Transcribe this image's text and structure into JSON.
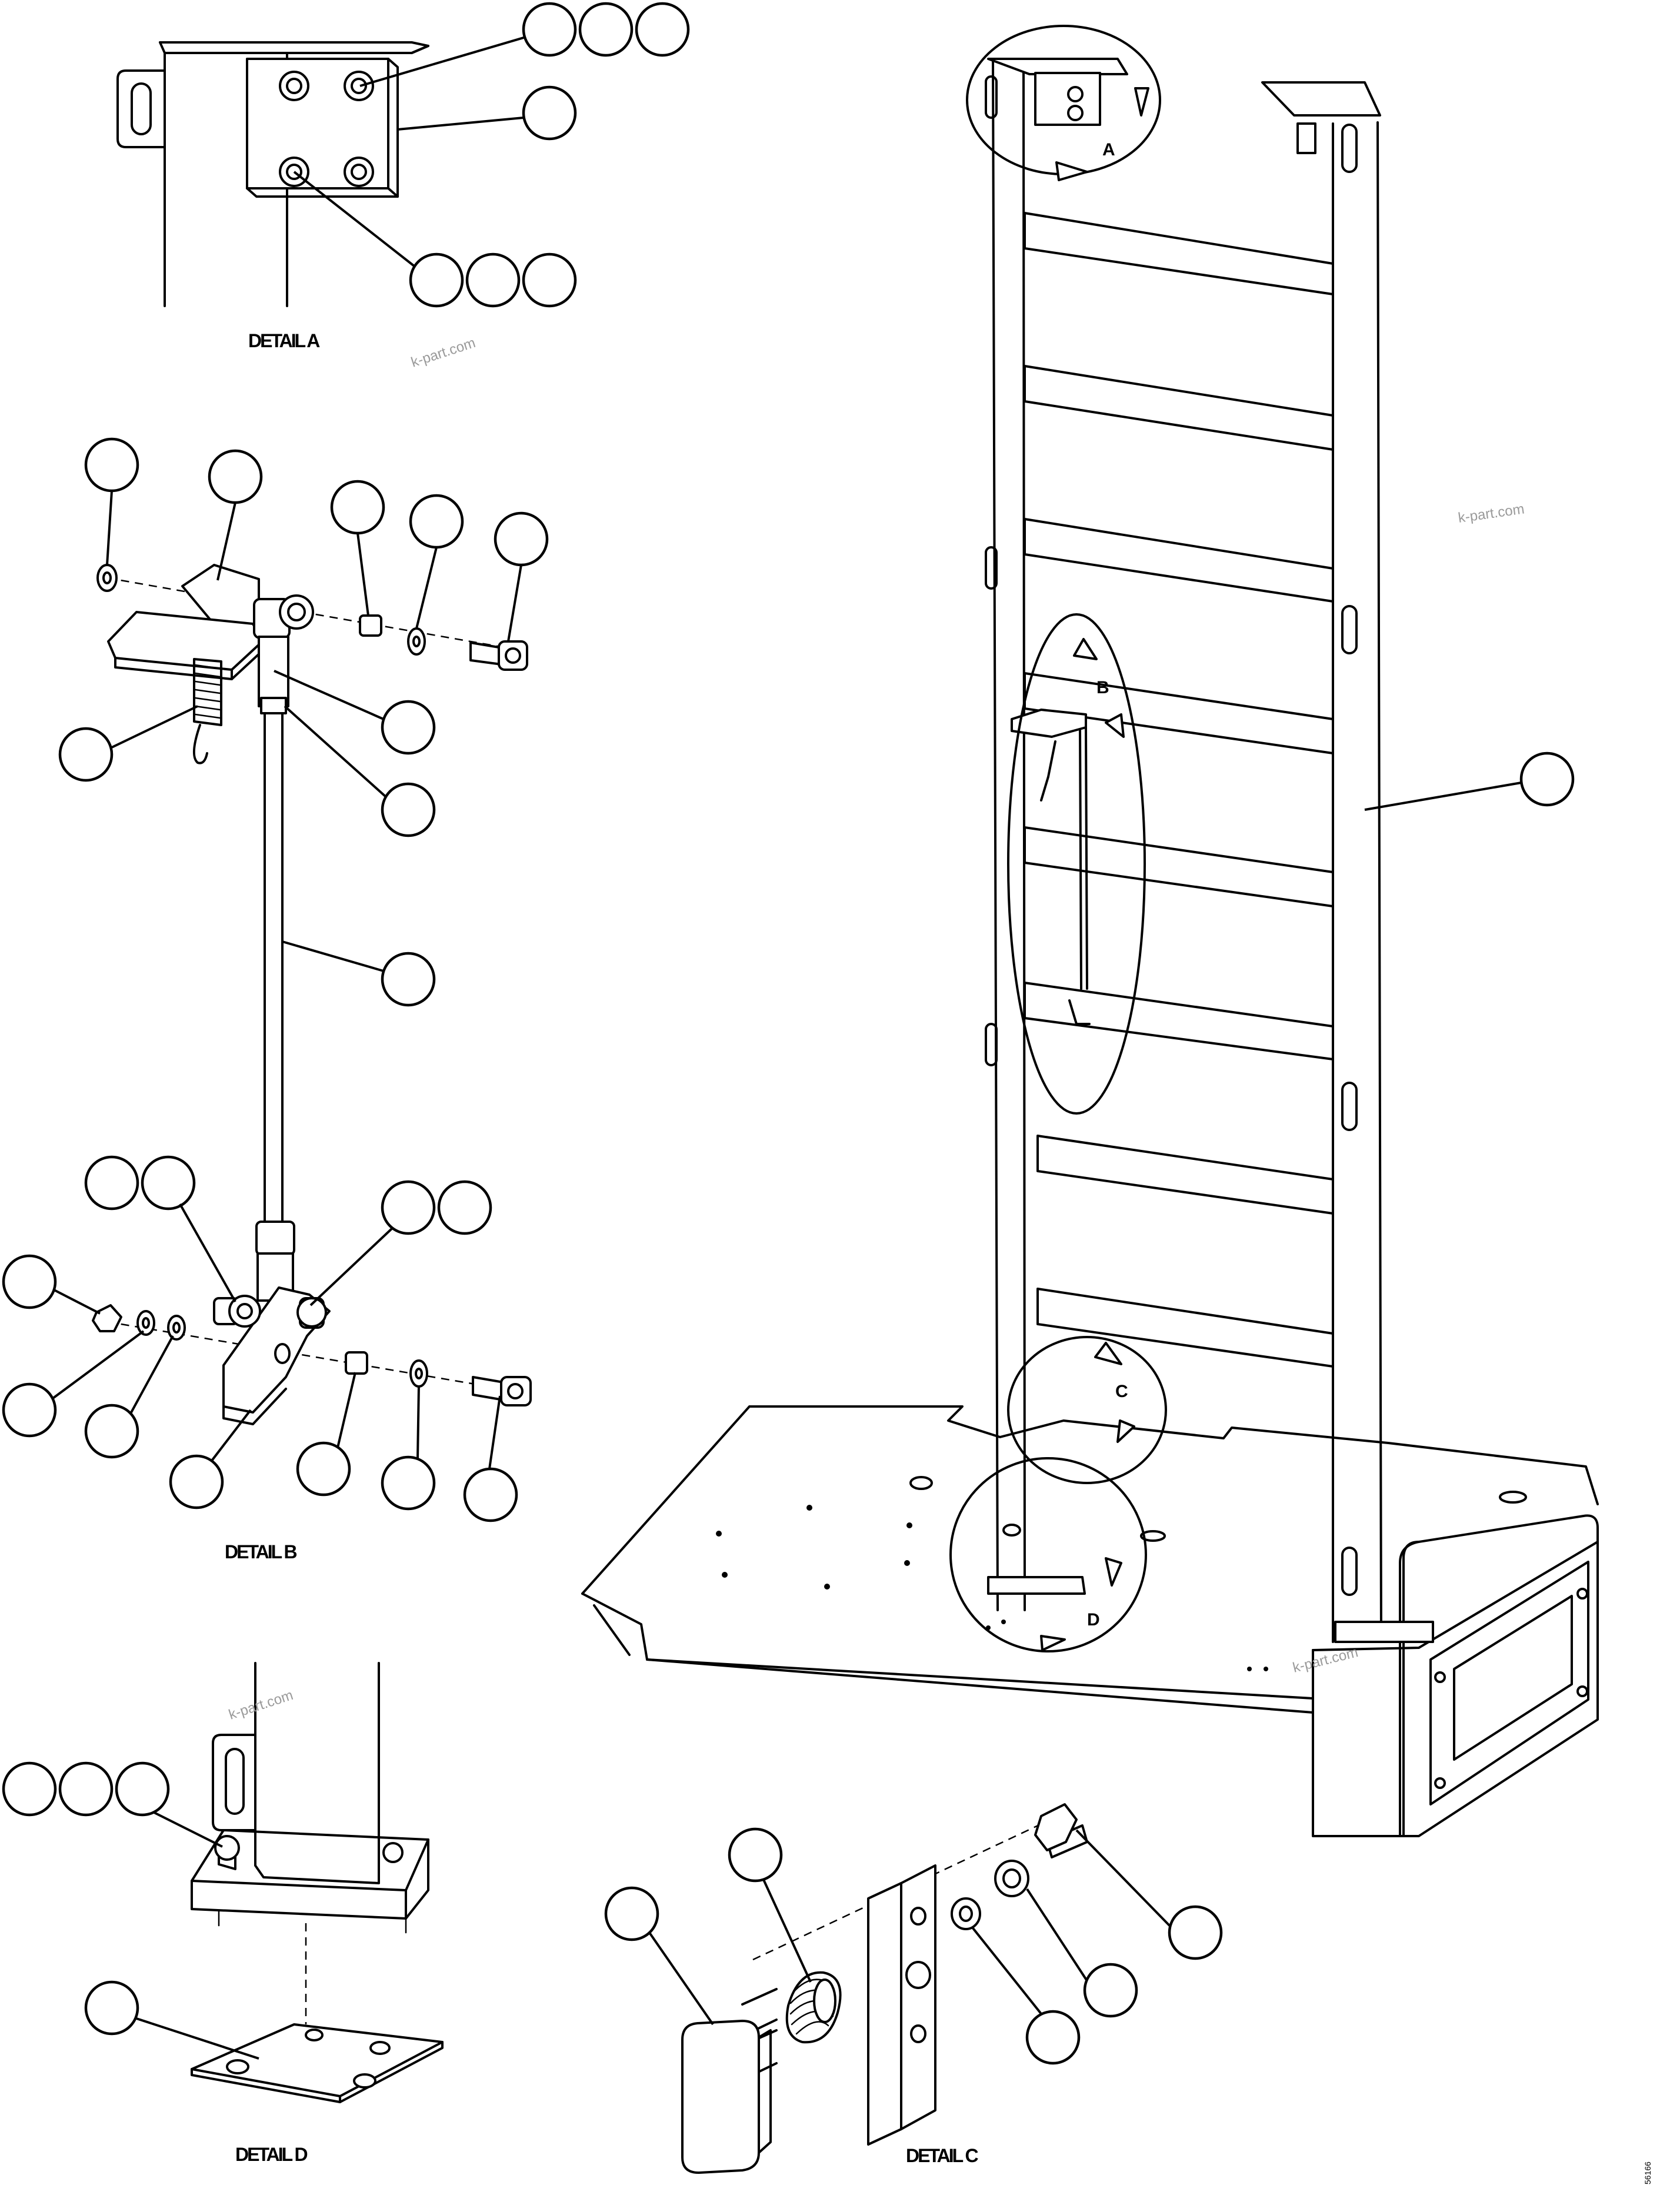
{
  "details": {
    "a": "DETAIL A",
    "b": "DETAIL B",
    "c": "DETAIL C",
    "d": "DETAIL D"
  },
  "view_letters": {
    "a": "A",
    "b": "B",
    "c": "C",
    "d": "D"
  },
  "watermark": "k-part.com",
  "drawing_code": "56166"
}
